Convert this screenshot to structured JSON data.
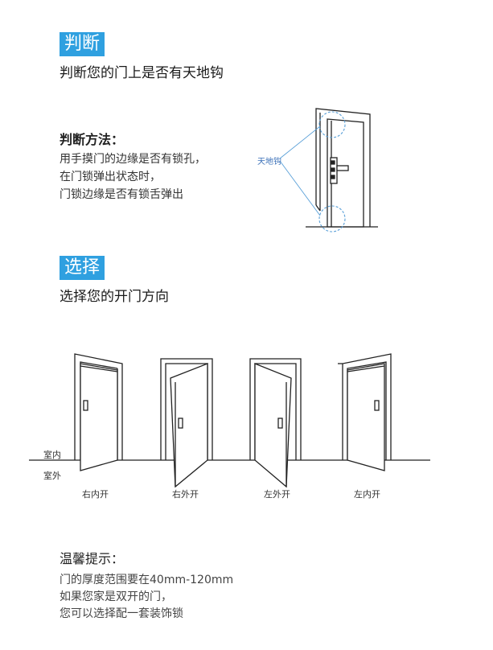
{
  "section1": {
    "tag": "判断",
    "subtitle": "判断您的门上是否有天地钩",
    "method_title": "判断方法：",
    "method_lines": [
      "用手摸门的边缘是否有锁孔，",
      "在门锁弹出状态时，",
      "门锁边缘是否有锁舌弹出"
    ],
    "callout_label": "天地钩"
  },
  "section2": {
    "tag": "选择",
    "subtitle": "选择您的开门方向",
    "indoor_label": "室内",
    "outdoor_label": "室外",
    "doors": [
      {
        "caption": "右内开"
      },
      {
        "caption": "右外开"
      },
      {
        "caption": "左外开"
      },
      {
        "caption": "左内开"
      }
    ]
  },
  "tips": {
    "title": "温馨提示：",
    "lines": [
      "门的厚度范围要在40mm-120mm",
      "如果您家是双开的门，",
      "您可以选择配一套装饰锁"
    ]
  },
  "colors": {
    "accent": "#2fa0e0",
    "line": "#222222",
    "callout": "#5aa0d8"
  }
}
